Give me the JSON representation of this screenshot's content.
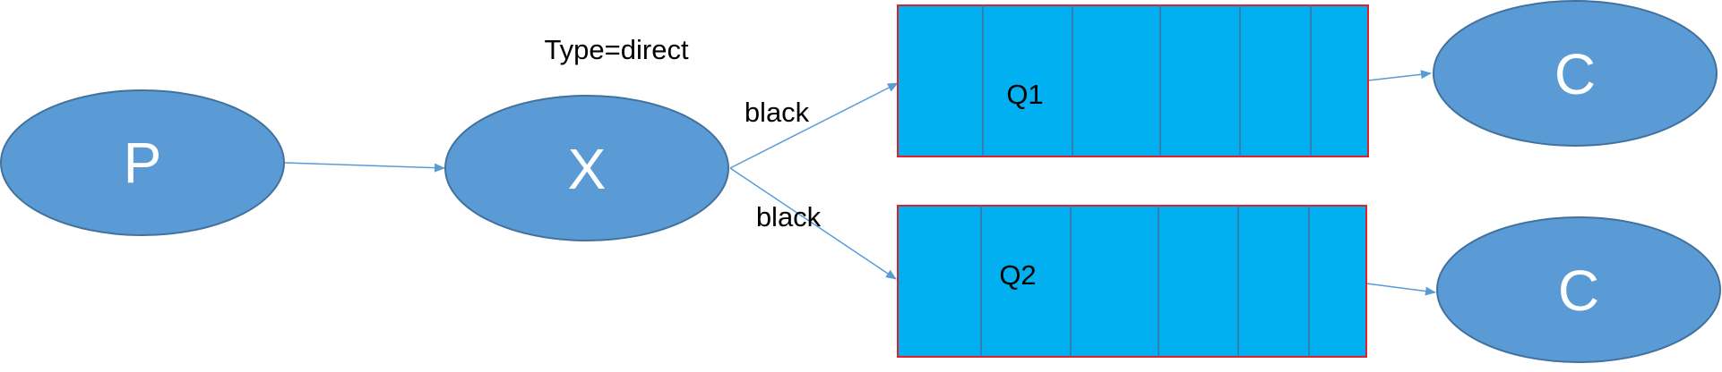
{
  "exchange_type_label": "Type=direct",
  "nodes": {
    "producer": "P",
    "exchange": "X",
    "consumer_1": "C",
    "consumer_2": "C"
  },
  "queues": {
    "q1": "Q1",
    "q2": "Q2"
  },
  "bindings": {
    "q1_routing_key": "black",
    "q2_routing_key": "black"
  },
  "colors": {
    "node_fill": "#5b9bd5",
    "node_stroke": "#41719c",
    "queue_fill": "#00b0f0",
    "queue_border": "#e0202a",
    "arrow": "#5b9bd5"
  }
}
